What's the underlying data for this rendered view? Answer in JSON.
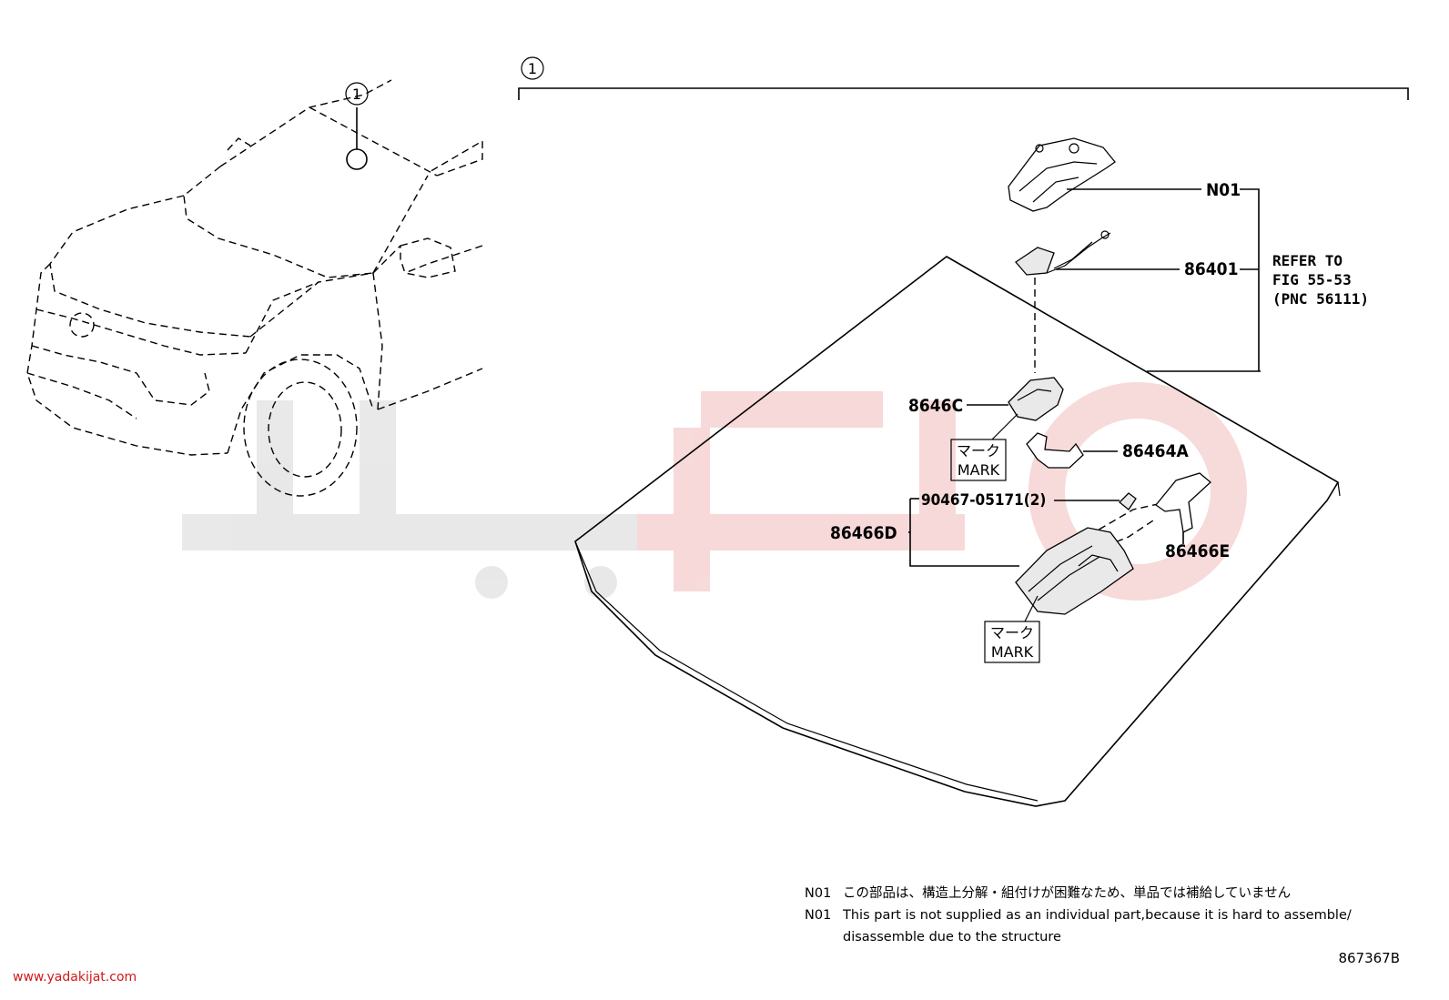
{
  "figure_callout": "1",
  "vehicle_callout": "1",
  "parts": {
    "n01": "N01",
    "p86401": "86401",
    "p8646c": "8646C",
    "p86464a": "86464A",
    "p90467": "90467-05171(2)",
    "p86466d": "86466D",
    "p86466e": "86466E"
  },
  "refer": {
    "line1": "REFER TO",
    "line2": "FIG 55-53",
    "line3": "(PNC 56111)"
  },
  "mark_labels": [
    {
      "jp": "マーク",
      "en": "MARK"
    },
    {
      "jp": "マーク",
      "en": "MARK"
    }
  ],
  "notes": [
    {
      "code": "N01",
      "text": "この部品は、構造上分解・組付けが困難なため、単品では補給していません"
    },
    {
      "code": "N01",
      "text": "This part is not supplied as an individual part,because it is hard to assemble/"
    },
    {
      "code": "",
      "text": "disassemble due to the structure"
    }
  ],
  "diagram_code": "867367B",
  "watermark": {
    "url": "www.yadakijat.com",
    "colors": {
      "red": "#d01818",
      "gray": "#8a8a8a"
    }
  }
}
